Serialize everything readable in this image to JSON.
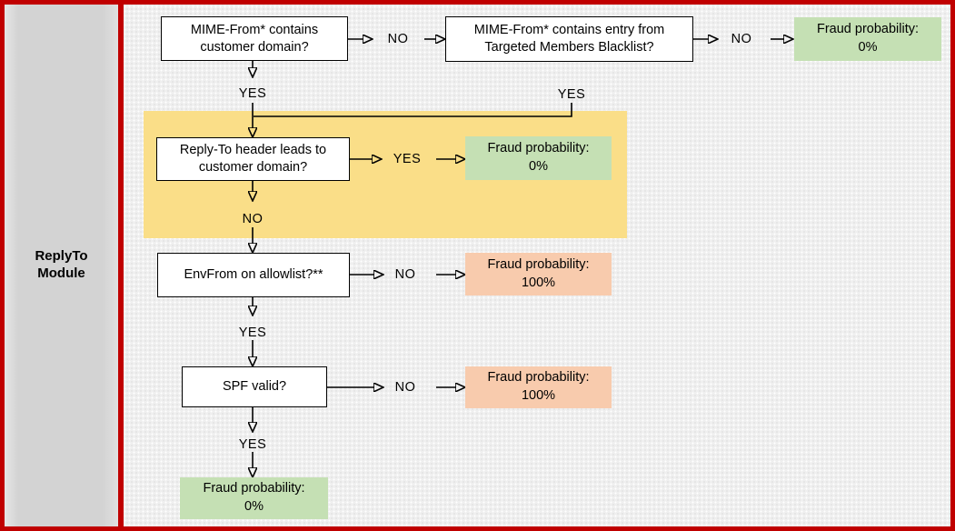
{
  "sidebar": {
    "label": "ReplyTo Module"
  },
  "flow": {
    "d1": {
      "label": "MIME-From* contains customer domain?"
    },
    "d2": {
      "label": "MIME-From* contains entry from Targeted Members Blacklist?"
    },
    "d3": {
      "label": "Reply-To header leads to customer domain?"
    },
    "d4": {
      "label": "EnvFrom on allowlist?**"
    },
    "d5": {
      "label": "SPF valid?"
    },
    "r1": {
      "title": "Fraud probability:",
      "value": "0%",
      "tone": "green"
    },
    "r2": {
      "title": "Fraud probability:",
      "value": "0%",
      "tone": "green"
    },
    "r3": {
      "title": "Fraud probability:",
      "value": "100%",
      "tone": "orange"
    },
    "r4": {
      "title": "Fraud probability:",
      "value": "100%",
      "tone": "orange"
    },
    "r5": {
      "title": "Fraud probability:",
      "value": "0%",
      "tone": "green"
    },
    "labels": {
      "no1": "NO",
      "yes1": "YES",
      "no2": "NO",
      "yes2": "YES",
      "yes3": "YES",
      "no3": "NO",
      "no4": "NO",
      "yes4": "YES",
      "no5": "NO",
      "yes5": "YES"
    }
  },
  "colors": {
    "frame_red": "#C00000",
    "highlight_yellow": "#FADE88",
    "result_green": "#C5E0B4",
    "result_orange": "#F8CBAD"
  }
}
